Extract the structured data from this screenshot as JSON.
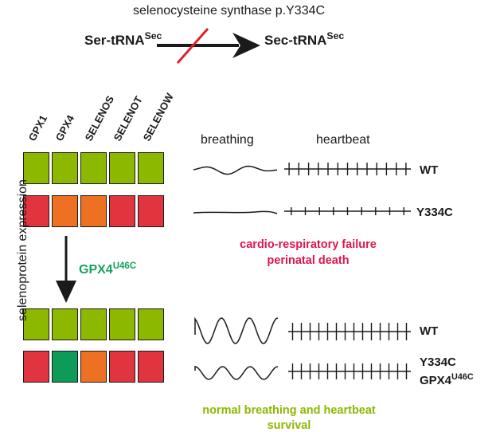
{
  "title": "selenocysteine synthase p.Y334C",
  "reaction": {
    "substrate_base": "Ser-tRNA",
    "substrate_sup": "Sec",
    "product_base": "Sec-tRNA",
    "product_sup": "Sec"
  },
  "y_axis_label": "selenoprotein expression",
  "genes": [
    "GPX1",
    "GPX4",
    "SELENOS",
    "SELENOT",
    "SELENOW"
  ],
  "heatmap_rows": [
    [
      "#8db800",
      "#8db800",
      "#8db800",
      "#8db800",
      "#8db800"
    ],
    [
      "#e0343f",
      "#ee7023",
      "#ee7023",
      "#e0343f",
      "#e0343f"
    ],
    [
      "#8db800",
      "#8db800",
      "#8db800",
      "#8db800",
      "#8db800"
    ],
    [
      "#e0343f",
      "#0e9a57",
      "#ee7023",
      "#e0343f",
      "#e0343f"
    ]
  ],
  "rescue_label_base": "GPX4",
  "rescue_label_sup": "U46C",
  "columns": {
    "breathing": "breathing",
    "heartbeat": "heartbeat"
  },
  "rows": {
    "wt_1": "WT",
    "y334c_1": "Y334C",
    "wt_2": "WT",
    "y334c_2_line1": "Y334C",
    "y334c_2_line2_base": "GPX4",
    "y334c_2_line2_sup": "U46C"
  },
  "failure_caption": [
    "cardio-respiratory failure",
    "perinatal death"
  ],
  "rescue_caption": [
    "normal breathing and heartbeat",
    "survival"
  ],
  "colors": {
    "green": "#8db800",
    "orange": "#ee7023",
    "red": "#e0343f",
    "dark_green": "#0e9a57",
    "caption_red": "#e0154a",
    "slash": "#e0202a"
  }
}
